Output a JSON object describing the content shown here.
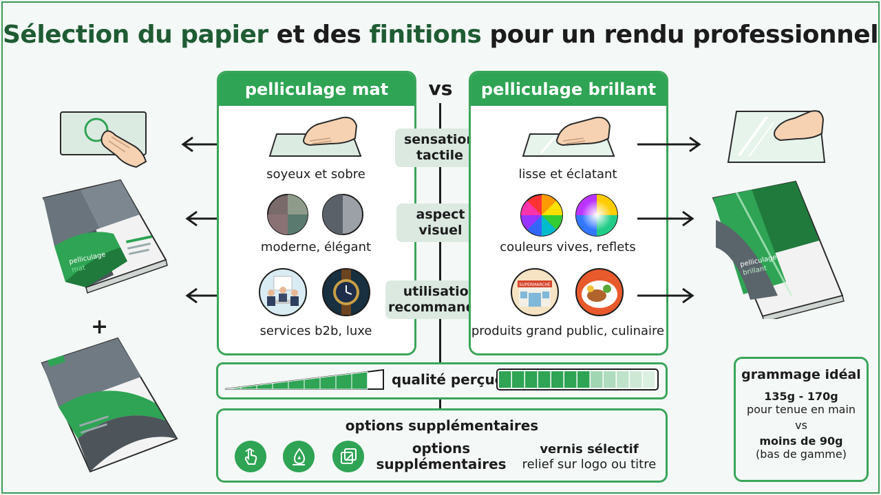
{
  "title": {
    "part1": "Sélection du papier",
    "part2": " et des ",
    "part3": "finitions",
    "part4": " pour un rendu professionnel"
  },
  "vs_label": "vs",
  "matte": {
    "header": "pelliculage mat",
    "tactile_label": "soyeux et sobre",
    "visual_label": "moderne, élégant",
    "usage_label": "services b2b, luxe",
    "brochure_text_1": "pelliculage",
    "brochure_text_2": "mat"
  },
  "glossy": {
    "header": "pelliculage brillant",
    "tactile_label": "lisse et éclatant",
    "visual_label": "couleurs vives, reflets",
    "usage_label": "produits grand public, culinaire",
    "brochure_text_1": "pelliculage",
    "brochure_text_2": "brillant",
    "shop_sign": "SUPERMARCHÉ"
  },
  "categories": {
    "tactile_1": "sensation",
    "tactile_2": "tactile",
    "visual_1": "aspect",
    "visual_2": "visuel",
    "usage_1": "utilisation",
    "usage_2": "recommandée"
  },
  "quality": {
    "label": "qualité perçue",
    "matte_level": 0.9,
    "glossy_level": 0.6
  },
  "plus_sign": "+",
  "options": {
    "heading": "options supplémentaires",
    "center_1": "options",
    "center_2": "supplémentaires",
    "right_1": "vernis sélectif",
    "right_2": "relief sur logo ou titre",
    "icons": [
      "touch-icon",
      "drop-icon",
      "layers-icon"
    ]
  },
  "grammage": {
    "heading": "grammage idéal",
    "value_1": "135g - 170g",
    "desc_1": "pour tenue en main",
    "vs": "vs",
    "value_2": "moins de 90g",
    "desc_2": "(bas de gamme)"
  },
  "colors": {
    "accent": "#2ea454",
    "accent_dark": "#1f5c34",
    "border": "#3aa55a",
    "category_bg": "#dbe9e1"
  }
}
